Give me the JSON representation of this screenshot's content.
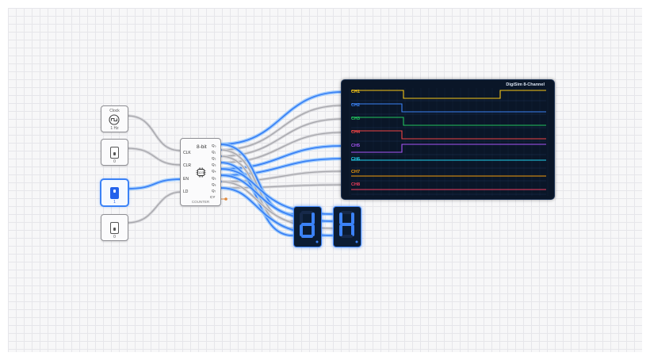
{
  "clock": {
    "title": "Clock",
    "freq": "1 Hz"
  },
  "switches": [
    {
      "name": "switch-clr",
      "value": "0"
    },
    {
      "name": "switch-en",
      "value": "1"
    },
    {
      "name": "switch-ld",
      "value": "0"
    }
  ],
  "counter": {
    "title": "8-bit",
    "inputs": [
      "CLK",
      "CLR",
      "EN",
      "LD"
    ],
    "outputs": [
      "Q₀",
      "Q₁",
      "Q₂",
      "Q₃",
      "Q₄",
      "Q₅",
      "Q₆",
      "Q₇",
      "CY"
    ],
    "footer": "COUNTER"
  },
  "scope": {
    "title": "DigiSim 8-Channel",
    "channels": [
      {
        "label": "CH1",
        "color": "#f5c518"
      },
      {
        "label": "CH2",
        "color": "#3b82f6"
      },
      {
        "label": "CH3",
        "color": "#22c55e"
      },
      {
        "label": "CH4",
        "color": "#ef4444"
      },
      {
        "label": "CH5",
        "color": "#a855f7"
      },
      {
        "label": "CH6",
        "color": "#22d3ee"
      },
      {
        "label": "CH7",
        "color": "#f59e0b"
      },
      {
        "label": "CH8",
        "color": "#f43f5e"
      }
    ]
  },
  "displays": [
    {
      "name": "seven-segment-display-high",
      "digit": "d"
    },
    {
      "name": "seven-segment-display-low",
      "digit": "h"
    }
  ],
  "colors": {
    "active_wire": "#3b82f6",
    "inactive_wire": "#a8a8ad",
    "segment_on": "#3b82f6"
  }
}
